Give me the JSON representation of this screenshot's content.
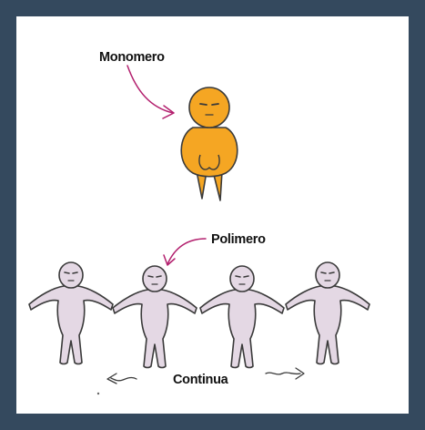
{
  "labels": {
    "monomer": "Monomero",
    "polymer": "Polimero",
    "continues": "Continua"
  },
  "colors": {
    "frame": "#34495e",
    "monomer_fill": "#f5a623",
    "polymer_fill": "#e4d8e4",
    "arrow": "#b3206e"
  }
}
